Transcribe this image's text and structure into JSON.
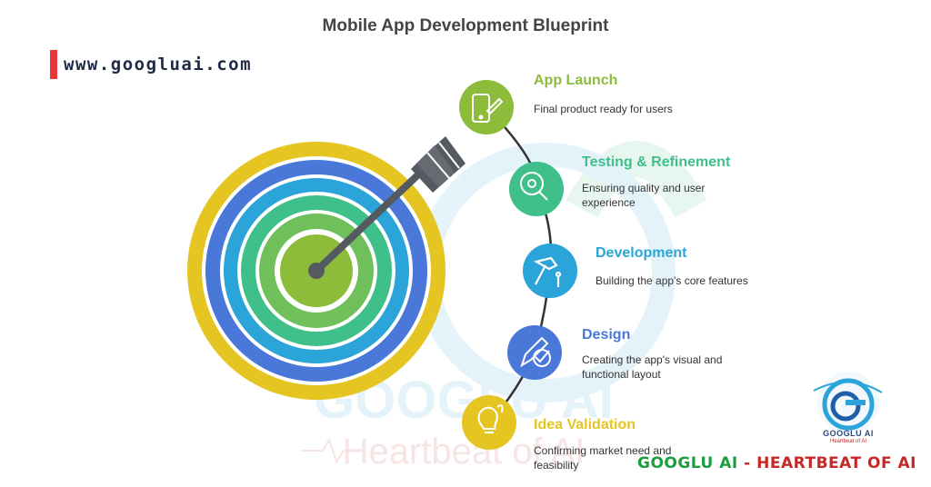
{
  "title": "Mobile App Development Blueprint",
  "website": "www.googluai.com",
  "steps": [
    {
      "title": "App Launch",
      "desc": "Final product ready for users",
      "color": "#8cbc3a",
      "icon": "phone-rocket-icon"
    },
    {
      "title": "Testing & Refinement",
      "desc": "Ensuring quality and user experience",
      "color": "#3fbf8a",
      "icon": "magnifier-gear-icon"
    },
    {
      "title": "Development",
      "desc": "Building the app's core features",
      "color": "#2ba4d9",
      "icon": "hammer-icon"
    },
    {
      "title": "Design",
      "desc": "Creating the app's visual and functional layout",
      "color": "#4a78d8",
      "icon": "pen-check-icon"
    },
    {
      "title": "Idea Validation",
      "desc": "Confirming market need and feasibility",
      "color": "#e4c522",
      "icon": "lightbulb-icon"
    }
  ],
  "brand": {
    "left": "GOOGLU AI",
    "sep": " - ",
    "right": "HEARTBEAT OF AI"
  },
  "logo": {
    "name": "GOOGLU AI",
    "tagline": "Heartbeat of AI"
  },
  "watermark": {
    "name": "GOOGLU AI",
    "tagline": "Heartbeat of AI"
  },
  "colors": {
    "ring_yellow": "#e4c522",
    "ring_blue": "#4a78d8",
    "ring_cyan": "#2ba4d9",
    "ring_green": "#3fbf8a",
    "ring_lime": "#8cbc3a",
    "arrow": "#555a60"
  }
}
